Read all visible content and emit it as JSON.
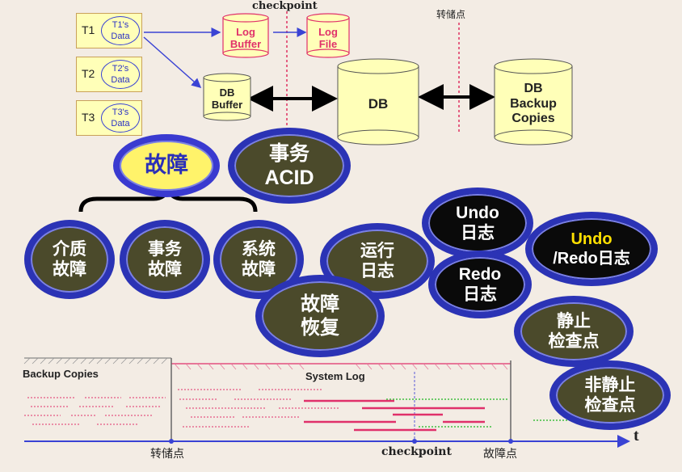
{
  "top": {
    "checkpoint_label": "checkpoint",
    "dump_point_label": "转储点"
  },
  "transactions": [
    {
      "id": "T1",
      "data": [
        "T1's",
        "Data"
      ]
    },
    {
      "id": "T2",
      "data": [
        "T2's",
        "Data"
      ]
    },
    {
      "id": "T3",
      "data": [
        "T3's",
        "Data"
      ]
    }
  ],
  "cylinders": {
    "log_buffer": [
      "Log",
      "Buffer"
    ],
    "log_file": [
      "Log",
      "File"
    ],
    "db_buffer": [
      "DB",
      "Buffer"
    ],
    "db": "DB",
    "db_backup": [
      "DB",
      "Backup",
      "Copies"
    ]
  },
  "bubbles": {
    "fault": "故障",
    "transaction_acid": [
      "事务",
      "ACID"
    ],
    "media_fault": [
      "介质",
      "故障"
    ],
    "txn_fault": [
      "事务",
      "故障"
    ],
    "system_fault": [
      "系统",
      "故障"
    ],
    "run_log": [
      "运行",
      "日志"
    ],
    "undo_log": [
      "Undo",
      "日志"
    ],
    "redo_log": [
      "Redo",
      "日志"
    ],
    "undo_redo_log": [
      "Undo",
      "/Redo日志"
    ],
    "fault_recovery": [
      "故障",
      "恢复"
    ],
    "static_checkpoint": [
      "静止",
      "检查点"
    ],
    "nonstatic_checkpoint": [
      "非静止",
      "检查点"
    ]
  },
  "timeline": {
    "backup_copies": "Backup Copies",
    "system_log": "System Log",
    "axis_t": "t",
    "dump_point": "转储点",
    "checkpoint": "checkpoint",
    "fault_point": "故障点"
  },
  "colors": {
    "bubble_border": "#2b33b5",
    "bubble_fill": "#4b4a2b",
    "cylinder_fill": "#ffffb8",
    "pink": "#e0306a",
    "arrow_blue": "#3a43d4"
  }
}
